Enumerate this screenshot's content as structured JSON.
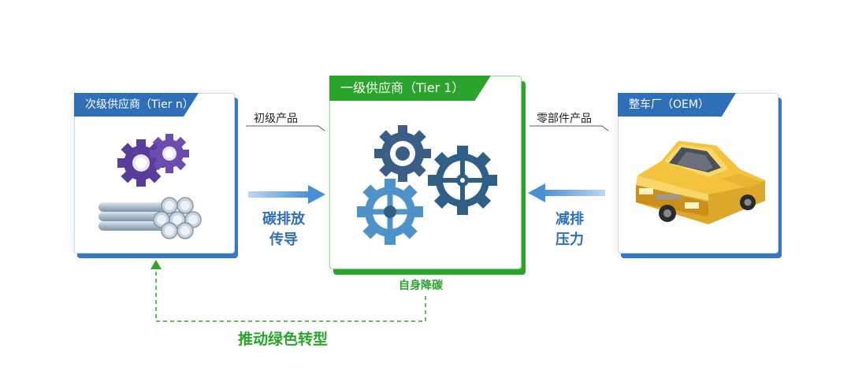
{
  "nodes": {
    "tier_n": {
      "title": "次级供应商（Tier n）"
    },
    "tier_1": {
      "title": "一级供应商（Tier 1）"
    },
    "oem": {
      "title": "整车厂（OEM）"
    }
  },
  "edge_labels": {
    "primary_products": "初级产品",
    "parts_products": "零部件产品",
    "carbon_transfer_line1": "碳排放",
    "carbon_transfer_line2": "传导",
    "reduction_pressure_line1": "减排",
    "reduction_pressure_line2": "压力",
    "self_reduction": "自身降碳",
    "green_transition": "推动绿色转型"
  },
  "icons": {
    "tier_n": [
      "gear-icon",
      "steel-pipes-icon"
    ],
    "tier_1": [
      "gears-icon"
    ],
    "oem": [
      "car-icon"
    ]
  },
  "colors": {
    "blue": "#2f6fb8",
    "green": "#2aa42a",
    "purple": "#5a3c9a",
    "gear_dark": "#2f5f86",
    "gear_light": "#4d93c9",
    "car_yellow": "#f2c33b"
  }
}
